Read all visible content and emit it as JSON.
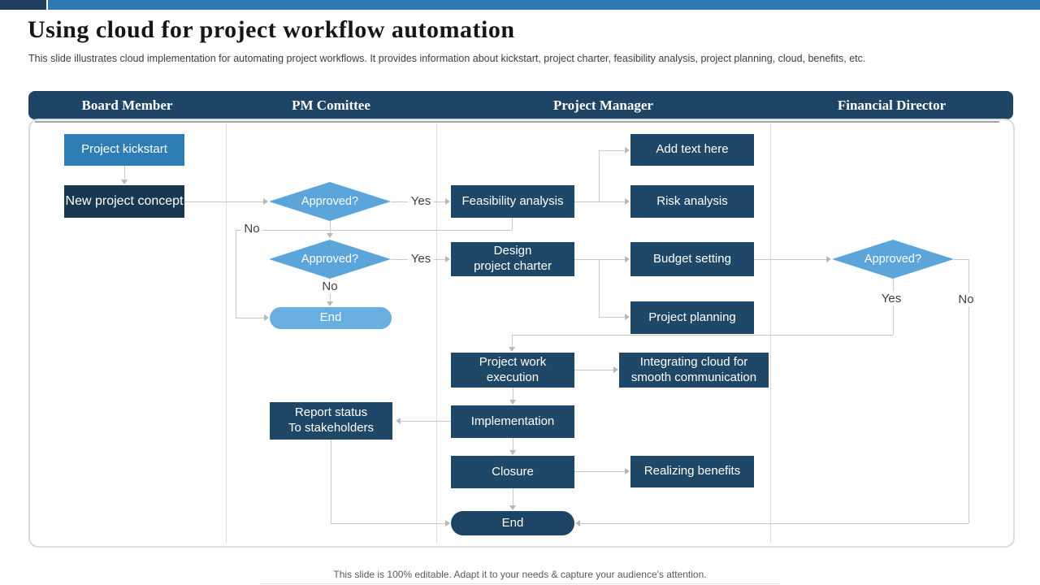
{
  "slide": {
    "title": "Using cloud for project workflow automation",
    "subtitle": "This slide illustrates cloud implementation for automating project workflows. It provides information about kickstart, project charter, feasibility analysis, project planning, cloud, benefits, etc.",
    "footer": "This slide is 100% editable. Adapt it to your needs & capture your audience's attention."
  },
  "colors": {
    "top_bar_left": "#1e3e5c",
    "top_bar_right": "#2f77b4",
    "header_bar": "#1e4565",
    "node_navy": "#1f4767",
    "node_navy_darkest": "#183750",
    "node_medium_blue": "#2e7db5",
    "diamond_blue": "#5ca5da",
    "end_pill_light": "#68aee1",
    "end_pill_dark": "#1d4365",
    "connector_gray": "#c9c9c9"
  },
  "lanes": [
    {
      "label": "Board Member"
    },
    {
      "label": "PM Comittee"
    },
    {
      "label": "Project Manager"
    },
    {
      "label": "Financial Director"
    }
  ],
  "nodes": {
    "project_kickstart": {
      "label": "Project kickstart"
    },
    "new_project_concept": {
      "label": "New project concept"
    },
    "approved_1": {
      "label": "Approved?"
    },
    "approved_2": {
      "label": "Approved?"
    },
    "end_pm": {
      "label": "End"
    },
    "feasibility_analysis": {
      "label": "Feasibility analysis"
    },
    "design_project_charter": {
      "label": "Design\nproject charter"
    },
    "add_text_here": {
      "label": "Add text here"
    },
    "risk_analysis": {
      "label": "Risk analysis"
    },
    "budget_setting": {
      "label": "Budget setting"
    },
    "project_planning": {
      "label": "Project planning"
    },
    "approved_3": {
      "label": "Approved?"
    },
    "project_work_execution": {
      "label": "Project work\nexecution"
    },
    "integrating_cloud": {
      "label": "Integrating  cloud for\nsmooth communication"
    },
    "report_status": {
      "label": "Report status\nTo stakeholders"
    },
    "implementation": {
      "label": "Implementation"
    },
    "closure": {
      "label": "Closure"
    },
    "realizing_benefits": {
      "label": "Realizing benefits"
    },
    "end_final": {
      "label": "End"
    }
  },
  "edge_labels": {
    "yes1": "Yes",
    "yes2": "Yes",
    "yes3": "Yes",
    "no1": "No",
    "no2": "No",
    "no3": "No"
  }
}
